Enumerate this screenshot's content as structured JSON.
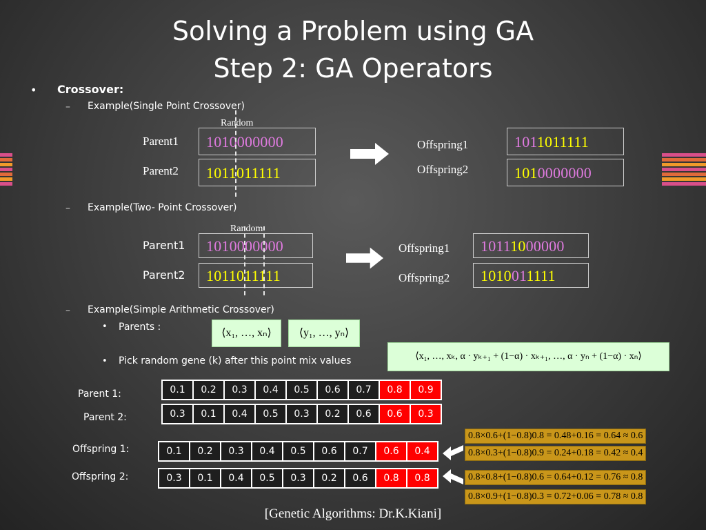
{
  "title": {
    "line1": "Solving a Problem using GA",
    "line2": "Step 2: GA Operators"
  },
  "bullet_glyph": "•",
  "dash_glyph": "–",
  "crossover_heading": "Crossover:",
  "single": {
    "heading": "Example(Single Point Crossover)",
    "random_label": "Random",
    "parent1_label": "Parent1",
    "parent2_label": "Parent2",
    "p1_a": "101",
    "p1_b": "0000000",
    "p2_a": "101",
    "p2_b": "1011111",
    "offspring1_label": "Offspring1",
    "offspring2_label": "Offspring2",
    "o1_a": "101",
    "o1_b": "1011111",
    "o2_a": "101",
    "o2_b": "0000000"
  },
  "two": {
    "heading": "Example(Two- Point Crossover)",
    "random_label": "Random",
    "parent1_label": "Parent1",
    "parent2_label": "Parent2",
    "p1": "1010000000",
    "p2": "1011011111",
    "offspring1_label": "Offspring1",
    "offspring2_label": "Offspring2",
    "o1_a": "1011",
    "o1_b": "10",
    "o1_c": "00000",
    "o2_a": "1010",
    "o2_b": "01",
    "o2_c": "1111"
  },
  "arith": {
    "heading": "Example(Simple Arithmetic Crossover)",
    "parents_label": "Parents :",
    "pick_label": "Pick random gene (k) after this point mix values",
    "formula_x": "⟨x₁, …, xₙ⟩",
    "formula_y": "⟨y₁, …, yₙ⟩",
    "formula_mix": "⟨x₁, …, xₖ, α · yₖ₊₁ + (1−α) · xₖ₊₁, …, α · yₙ + (1−α) · xₙ⟩"
  },
  "rows": {
    "parent1_label": "Parent 1:",
    "parent2_label": "Parent 2:",
    "offspring1_label": "Offspring 1:",
    "offspring2_label": "Offspring 2:",
    "parent1": [
      "0.1",
      "0.2",
      "0.3",
      "0.4",
      "0.5",
      "0.6",
      "0.7",
      "0.8",
      "0.9"
    ],
    "parent2": [
      "0.3",
      "0.1",
      "0.4",
      "0.5",
      "0.3",
      "0.2",
      "0.6",
      "0.6",
      "0.3"
    ],
    "offspring1": [
      "0.1",
      "0.2",
      "0.3",
      "0.4",
      "0.5",
      "0.6",
      "0.7",
      "0.6",
      "0.4"
    ],
    "offspring2": [
      "0.3",
      "0.1",
      "0.4",
      "0.5",
      "0.3",
      "0.2",
      "0.6",
      "0.8",
      "0.8"
    ],
    "highlight_from_index": 7
  },
  "calcs": [
    "0.8×0.6+(1−0.8)0.8 = 0.48+0.16 = 0.64 ≈ 0.6",
    "0.8×0.3+(1−0.8)0.9 = 0.24+0.18 = 0.42 ≈ 0.4",
    "0.8×0.8+(1−0.8)0.6 = 0.64+0.12 = 0.76 ≈ 0.8",
    "0.8×0.9+(1−0.8)0.3 = 0.72+0.06 = 0.78 ≈ 0.8"
  ],
  "footer": "[Genetic Algorithms: Dr.K.Kiani]",
  "colors": {
    "pink": "#e07be0",
    "yellow": "#ffff00",
    "red": "#ff0000",
    "gold": "#c9961a",
    "green_box": "#dcffd8"
  },
  "side_stripe_colors": [
    "#d94f8a",
    "#e06a3a",
    "#f09a2a",
    "#d94f8a",
    "#e06a3a",
    "#f09a2a",
    "#d94f8a"
  ]
}
